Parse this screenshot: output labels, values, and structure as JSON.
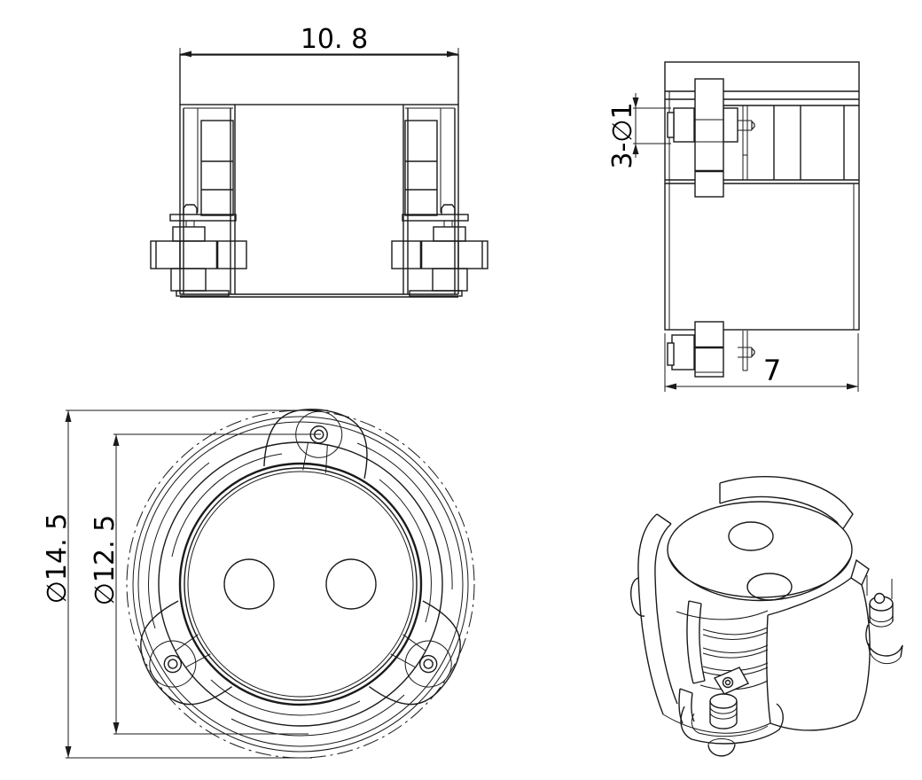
{
  "colors": {
    "background": "#ffffff",
    "line": "#1a1a1a",
    "text": "#000000"
  },
  "dimensions": {
    "front_width": "10. 8",
    "side_hole_pattern": "3-∅1",
    "side_height": "7",
    "top_outer_diameter": "∅14. 5",
    "top_bolt_circle": "∅12. 5"
  }
}
